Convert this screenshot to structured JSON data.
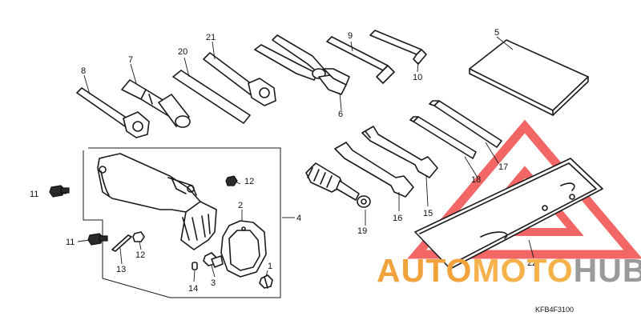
{
  "callouts": {
    "c1": "1",
    "c2": "2",
    "c3": "3",
    "c4": "4",
    "c5": "5",
    "c6": "6",
    "c7": "7",
    "c8": "8",
    "c9": "9",
    "c10": "10",
    "c11a": "11",
    "c11b": "11",
    "c12a": "12",
    "c12b": "12",
    "c13": "13",
    "c14": "14",
    "c15": "15",
    "c16": "16",
    "c17": "17",
    "c18": "18",
    "c19": "19",
    "c20": "20",
    "c21": "21",
    "c22": "22"
  },
  "diagram_code": "KFB4F3100",
  "watermark": {
    "part1": "AUTO",
    "part2": "MOTO",
    "part3": "HUB",
    "color_primary": "#f2a23a",
    "color_secondary": "#f5b24a",
    "color_hub": "#9a9a9a",
    "triangle_color": "#ee3b3b"
  }
}
